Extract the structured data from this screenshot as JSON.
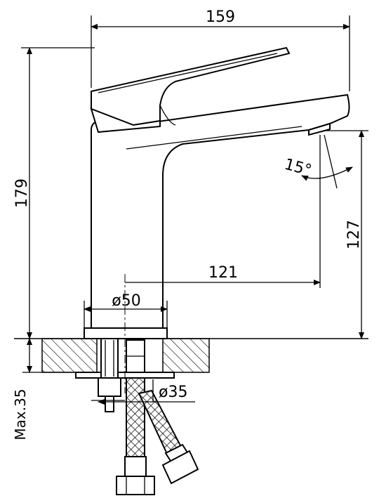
{
  "dimensions": {
    "total_width": "159",
    "total_height": "179",
    "spout_height": "127",
    "spout_reach": "121",
    "body_diameter": "ø50",
    "hole_diameter": "ø35",
    "spout_angle": "15°",
    "max_thickness": "Max.35"
  },
  "colors": {
    "line": "#000000",
    "background": "#ffffff"
  }
}
